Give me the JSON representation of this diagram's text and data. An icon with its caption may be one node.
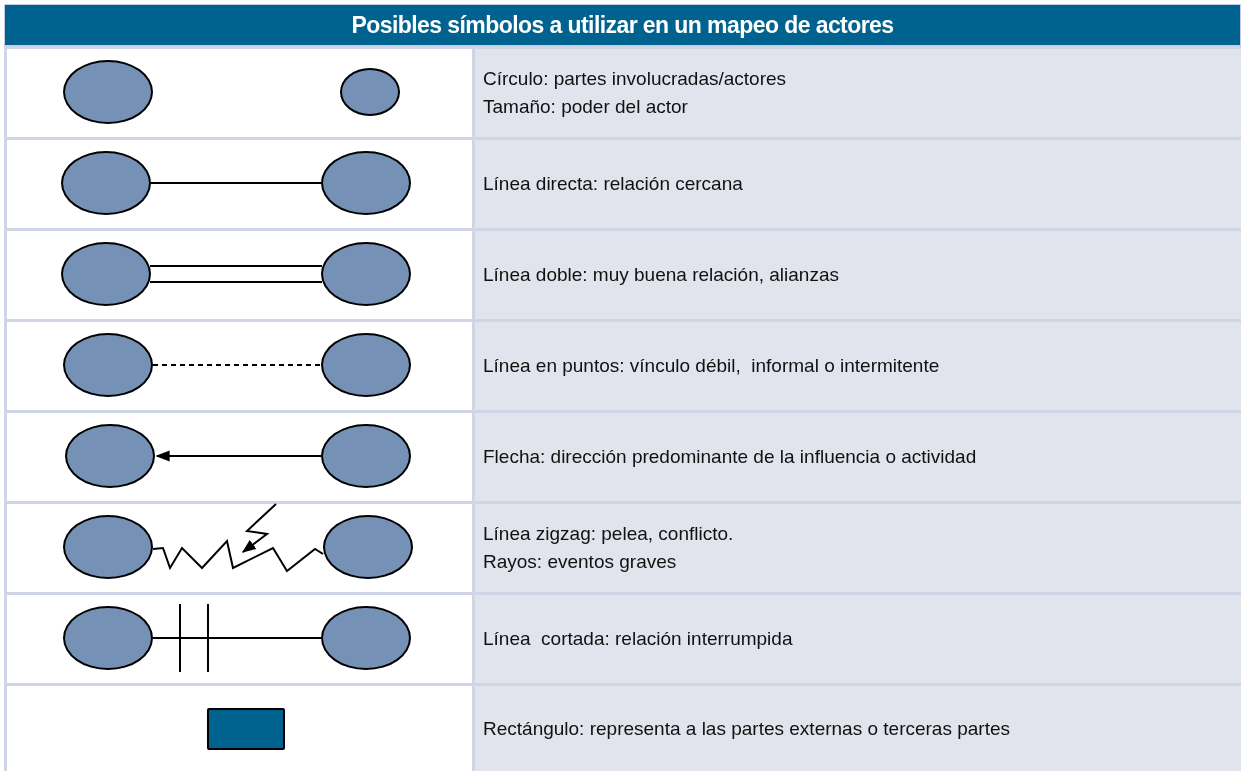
{
  "diagram": {
    "title": "Posibles símbolos a utilizar en un mapeo de actores",
    "nodes": [
      {
        "text": [],
        "shape": "circle"
      },
      {
        "text": [],
        "shape": "circle"
      },
      {
        "text": [],
        "shape": "circle"
      },
      {
        "text": [],
        "shape": "circle"
      },
      {
        "text": [],
        "shape": "circle"
      },
      {
        "text": [],
        "shape": "circle"
      },
      {
        "text": [],
        "shape": "circle"
      },
      {
        "text": [],
        "shape": "circle"
      },
      {
        "text": [],
        "shape": "circle"
      },
      {
        "text": [],
        "shape": "circle"
      },
      {
        "text": [],
        "shape": "circle"
      },
      {
        "text": [],
        "shape": "circle"
      },
      {
        "text": [],
        "shape": "circle"
      },
      {
        "text": [],
        "shape": "circle"
      },
      {
        "text": [],
        "shape": "box"
      }
    ],
    "edges": [
      {
        "from": 2,
        "to": 3,
        "arrow": "none"
      },
      {
        "from": 4,
        "to": 5,
        "arrow": "none"
      },
      {
        "from": 6,
        "to": 7,
        "arrow": "none",
        "style": "dashed"
      },
      {
        "from": 9,
        "to": 8,
        "arrow": "to"
      },
      {
        "from": 10,
        "to": 11,
        "arrow": "none"
      },
      {
        "from": 12,
        "to": 13,
        "arrow": "none"
      }
    ],
    "labels": [
      "Círculo: partes involucradas/actores",
      "Tamaño: poder del actor",
      "Línea directa: relación cercana",
      "Línea doble: muy buena relación, alianzas",
      "Línea en puntos: vínculo débil,  informal o intermitente",
      "Flecha: dirección predominante de la influencia o actividad",
      "Línea zigzag: pelea, conflicto.",
      "Rayos: eventos graves",
      "Línea  cortada: relación interrumpida",
      "Rectángulo: representa a las partes externas o terceras partes"
    ]
  }
}
